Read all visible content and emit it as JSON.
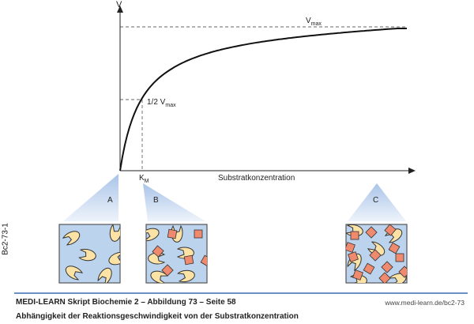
{
  "diagram": {
    "y_axis_label": "V",
    "x_axis_label": "Substratkonzentration",
    "vmax_label": "V",
    "vmax_sub": "max",
    "half_vmax_label": "1/2 V",
    "half_vmax_sub": "max",
    "km_label": "K",
    "km_sub": "M",
    "panels": [
      "A",
      "B",
      "C"
    ],
    "side_code": "Bc2-73-1",
    "colors": {
      "enzyme": "#fce3a5",
      "substrate": "#ef8a6e",
      "background": "#bcd3ee",
      "rule": "#3a6cb0"
    }
  },
  "footer": {
    "title": "MEDI-LEARN Skript Biochemie 2 – Abbildung 73 – Seite 58",
    "url": "www.medi-learn.de/bc2-73",
    "caption": "Abhängigkeit der Reaktionsgeschwindigkeit von der Substratkonzentration"
  }
}
